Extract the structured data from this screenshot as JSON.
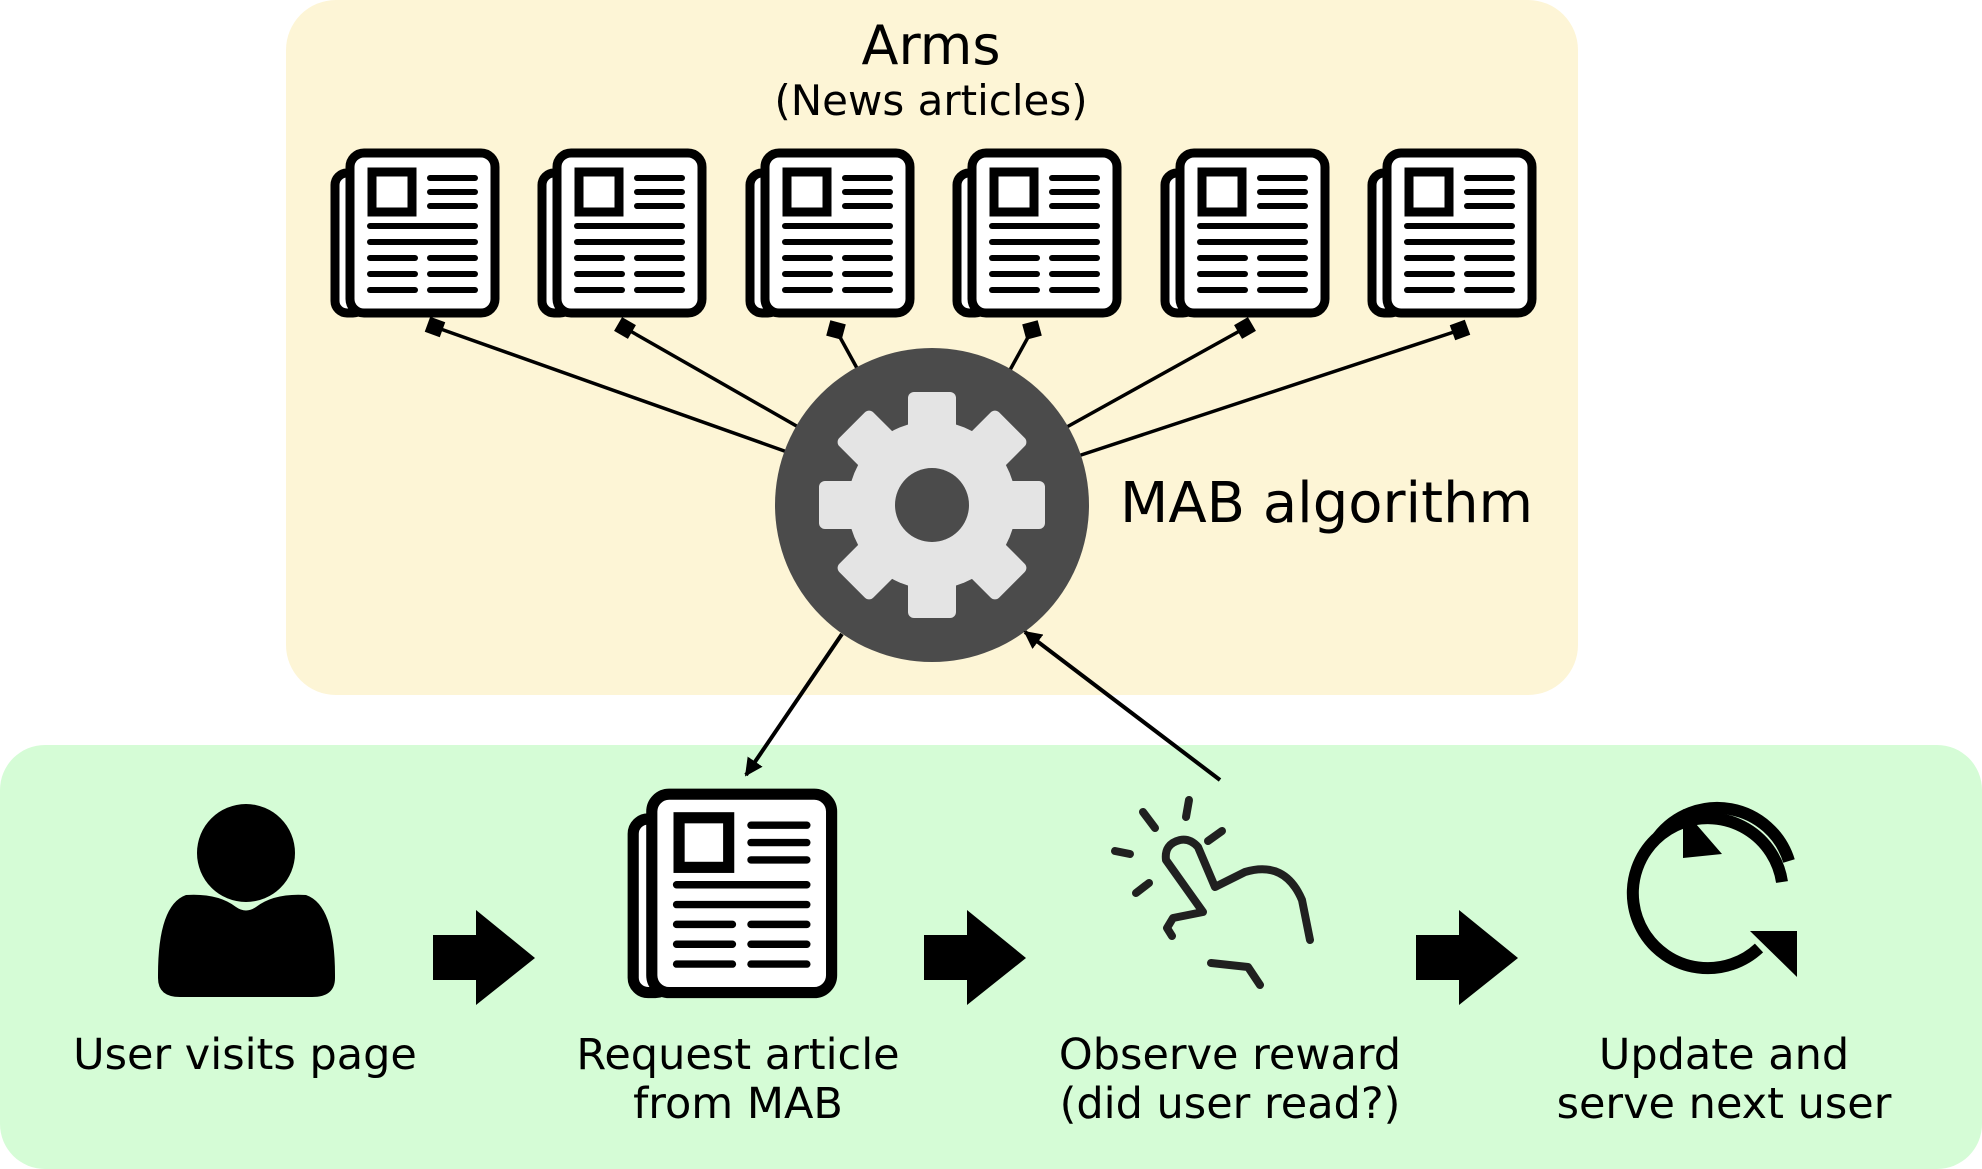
{
  "arms": {
    "title": "Arms",
    "subtitle": "(News articles)",
    "article_count": 6,
    "icon": "newspaper-icon"
  },
  "algorithm": {
    "label": "MAB algorithm",
    "icon": "gear-icon"
  },
  "flow": {
    "steps": [
      {
        "icon": "user-icon",
        "label": "User visits page"
      },
      {
        "icon": "newspaper-icon",
        "label": "Request article\nfrom MAB"
      },
      {
        "icon": "tap-gesture-icon",
        "label": "Observe reward\n(did user read?)"
      },
      {
        "icon": "refresh-icon",
        "label": "Update and\nserve next user"
      }
    ]
  },
  "colors": {
    "arms_panel": "#fdf5d6",
    "flow_panel": "#d5fcd6",
    "gear_disc": "#4b4b4b",
    "gear": "#e4e4e4",
    "ink": "#000000"
  }
}
